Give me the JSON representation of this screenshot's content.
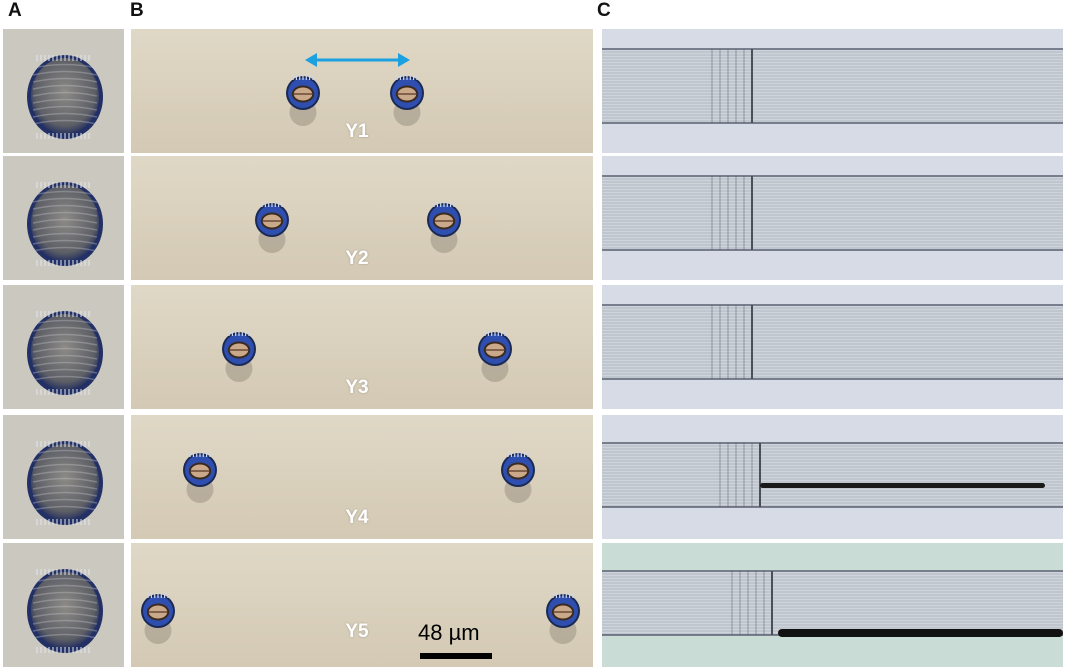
{
  "panels": {
    "a": {
      "label": "A"
    },
    "b": {
      "label": "B"
    },
    "c": {
      "label": "C"
    }
  },
  "rows": [
    {
      "label": "Y1"
    },
    {
      "label": "Y2"
    },
    {
      "label": "Y3"
    },
    {
      "label": "Y4"
    },
    {
      "label": "Y5"
    }
  ],
  "scale_bar": {
    "label": "48 µm"
  },
  "colors": {
    "arrow": "#1ba0e0",
    "panel_b_background": "#dcd3c0",
    "panel_c_background": "#d8dde8",
    "scale_bar": "#000000"
  },
  "icons": {
    "hole": "circular-hole-icon",
    "arrow": "double-headed-arrow-icon"
  }
}
